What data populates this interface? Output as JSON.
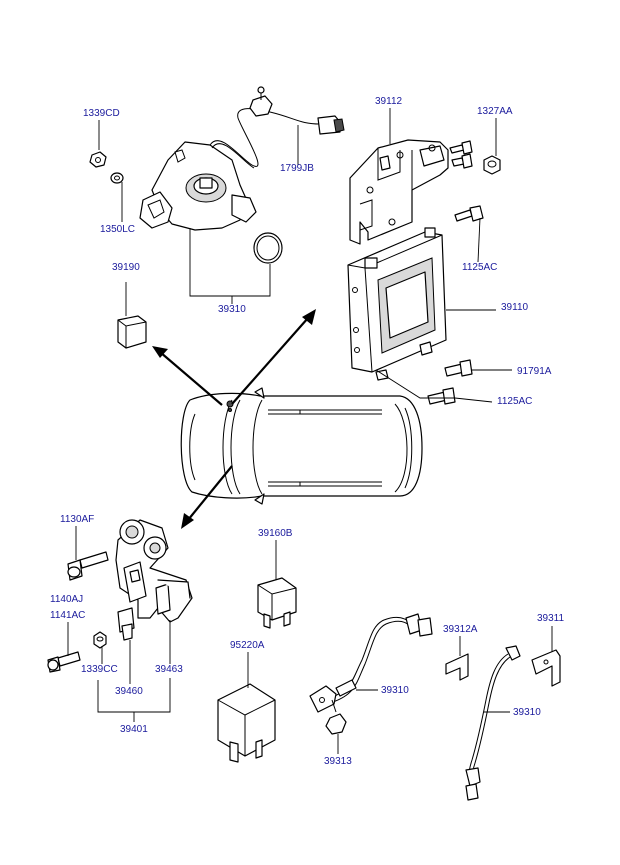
{
  "colors": {
    "label": "#1a1a9c",
    "line": "#000000"
  },
  "labels": {
    "p1339CD": "1339CD",
    "p1350LC": "1350LC",
    "p1799JB": "1799JB",
    "p39190": "39190",
    "p39310_top": "39310",
    "p39112": "39112",
    "p1327AA": "1327AA",
    "p1125AC_a": "1125AC",
    "p39110": "39110",
    "p91791A": "91791A",
    "p1125AC_b": "1125AC",
    "p1130AF": "1130AF",
    "p1140AJ": "1140AJ",
    "p1141AC": "1141AC",
    "p1339CC": "1339CC",
    "p39463": "39463",
    "p39460": "39460",
    "p39401": "39401",
    "p39160B": "39160B",
    "p95220A": "95220A",
    "p39312A": "39312A",
    "p39311": "39311",
    "p39310_mid": "39310",
    "p39310_right": "39310",
    "p39313": "39313"
  }
}
